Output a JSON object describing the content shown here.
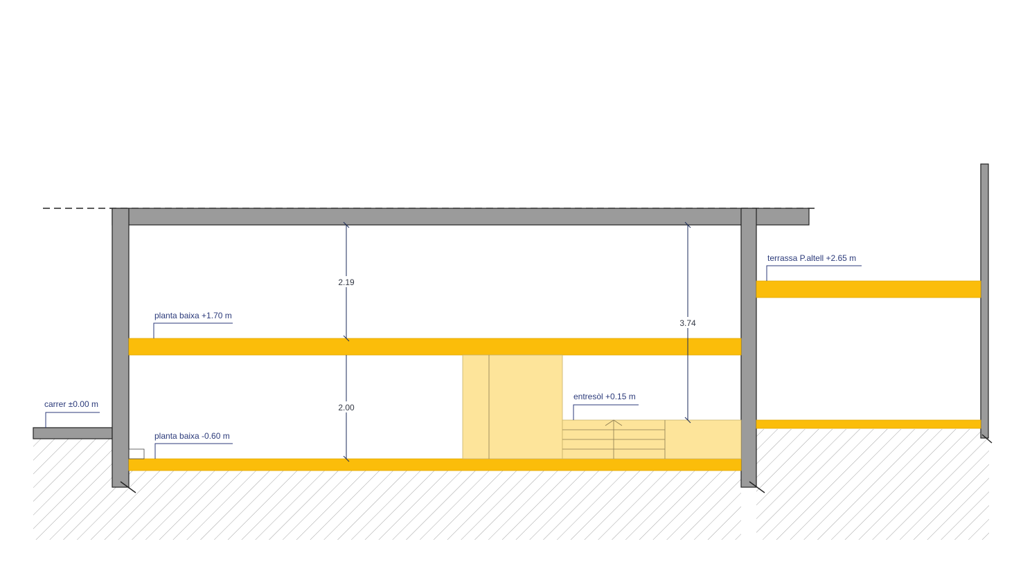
{
  "colors": {
    "slab": "#fbbd0a",
    "wall": "#9b9b9b",
    "light_fill": "#fde49a",
    "annotation": "#2b3a7a"
  },
  "labels": {
    "carrer": "carrer ±0.00 m",
    "planta_baixa_upper": "planta baixa  +1.70 m",
    "planta_baixa_lower": "planta baixa  -0.60 m",
    "entresol": "entresòl  +0.15 m",
    "terrassa": "terrassa P.altell  +2.65 m"
  },
  "dimensions": {
    "upper_height": "2.19",
    "lower_height": "2.00",
    "total_height": "3.74"
  }
}
